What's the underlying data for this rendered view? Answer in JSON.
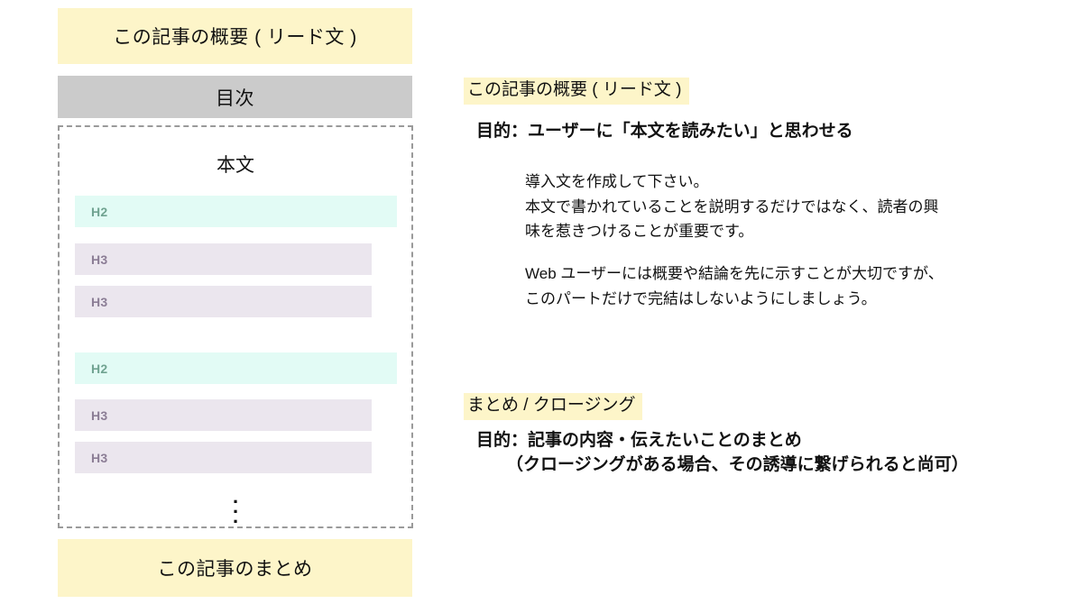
{
  "left_column": {
    "lead_block_label": "この記事の概要 ( リード文 )",
    "toc_block_label": "目次",
    "body_box_title": "本文",
    "headings": [
      {
        "level": "H2",
        "label": "H2"
      },
      {
        "level": "H3",
        "label": "H3"
      },
      {
        "level": "H3",
        "label": "H3"
      },
      {
        "level": "H2",
        "label": "H2"
      },
      {
        "level": "H3",
        "label": "H3"
      },
      {
        "level": "H3",
        "label": "H3"
      }
    ],
    "continuation_marker": "⋮",
    "summary_block_label": "この記事のまとめ"
  },
  "right_column": {
    "lead_section": {
      "tag": "この記事の概要 ( リード文 )",
      "purpose": "目的：ユーザーに「本文を読みたい」と思わせる",
      "paragraph_1": "導入文を作成して下さい。\n本文で書かれていることを説明するだけではなく、読者の興\n味を惹きつけることが重要です。",
      "paragraph_2": "Web ユーザーには概要や結論を先に示すことが大切ですが、\nこのパートだけで完結はしないようにしましょう。"
    },
    "closing_section": {
      "tag": "まとめ / クロージング",
      "purpose": "目的：記事の内容・伝えたいことのまとめ",
      "sub_note": "（クロージングがある場合、その誘導に繋げられると尚可）"
    }
  },
  "colors": {
    "highlight_yellow": "#fdf5c9",
    "toc_gray": "#cbcbcb",
    "h2_background": "#e2fbf5",
    "h2_text": "#70a391",
    "h3_background": "#ebe6ee",
    "h3_text": "#8b7d95",
    "dashed_border": "#9a9a9a",
    "text": "#111111",
    "page_background": "#ffffff"
  }
}
